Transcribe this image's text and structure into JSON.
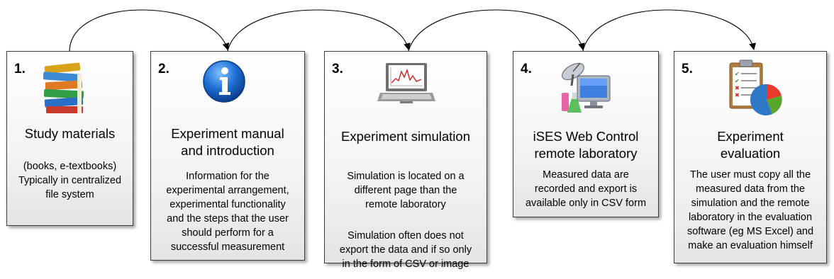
{
  "steps": [
    {
      "number": "1.",
      "title": "Study materials",
      "description": [
        "(books, e-textbooks)",
        "Typically in centralized",
        "file system"
      ],
      "icon": "books-icon"
    },
    {
      "number": "2.",
      "title": "Experiment manual and introduction",
      "description": [
        "Information for the",
        "experimental arrangement,",
        "experimental functionality",
        "and the steps that the user",
        "should perform for a",
        "successful measurement"
      ],
      "icon": "info-icon"
    },
    {
      "number": "3.",
      "title": "Experiment simulation",
      "description": [
        "Simulation is located on a",
        "different page than the",
        "remote laboratory"
      ],
      "description2": [
        "Simulation often does not",
        "export the data and if so only",
        "in the form of CSV or image"
      ],
      "icon": "laptop-chart-icon"
    },
    {
      "number": "4.",
      "title": "iSES Web Control remote laboratory",
      "description": [
        "Measured data are",
        "recorded and export is",
        "available only in CSV form"
      ],
      "icon": "remote-lab-icon"
    },
    {
      "number": "5.",
      "title": "Experiment evaluation",
      "description": [
        "The user must copy all the",
        "measured data from the",
        "simulation and the remote",
        "laboratory in the evaluation",
        "software (eg MS Excel) and",
        "make an evaluation himself"
      ],
      "icon": "clipboard-pie-icon"
    }
  ]
}
